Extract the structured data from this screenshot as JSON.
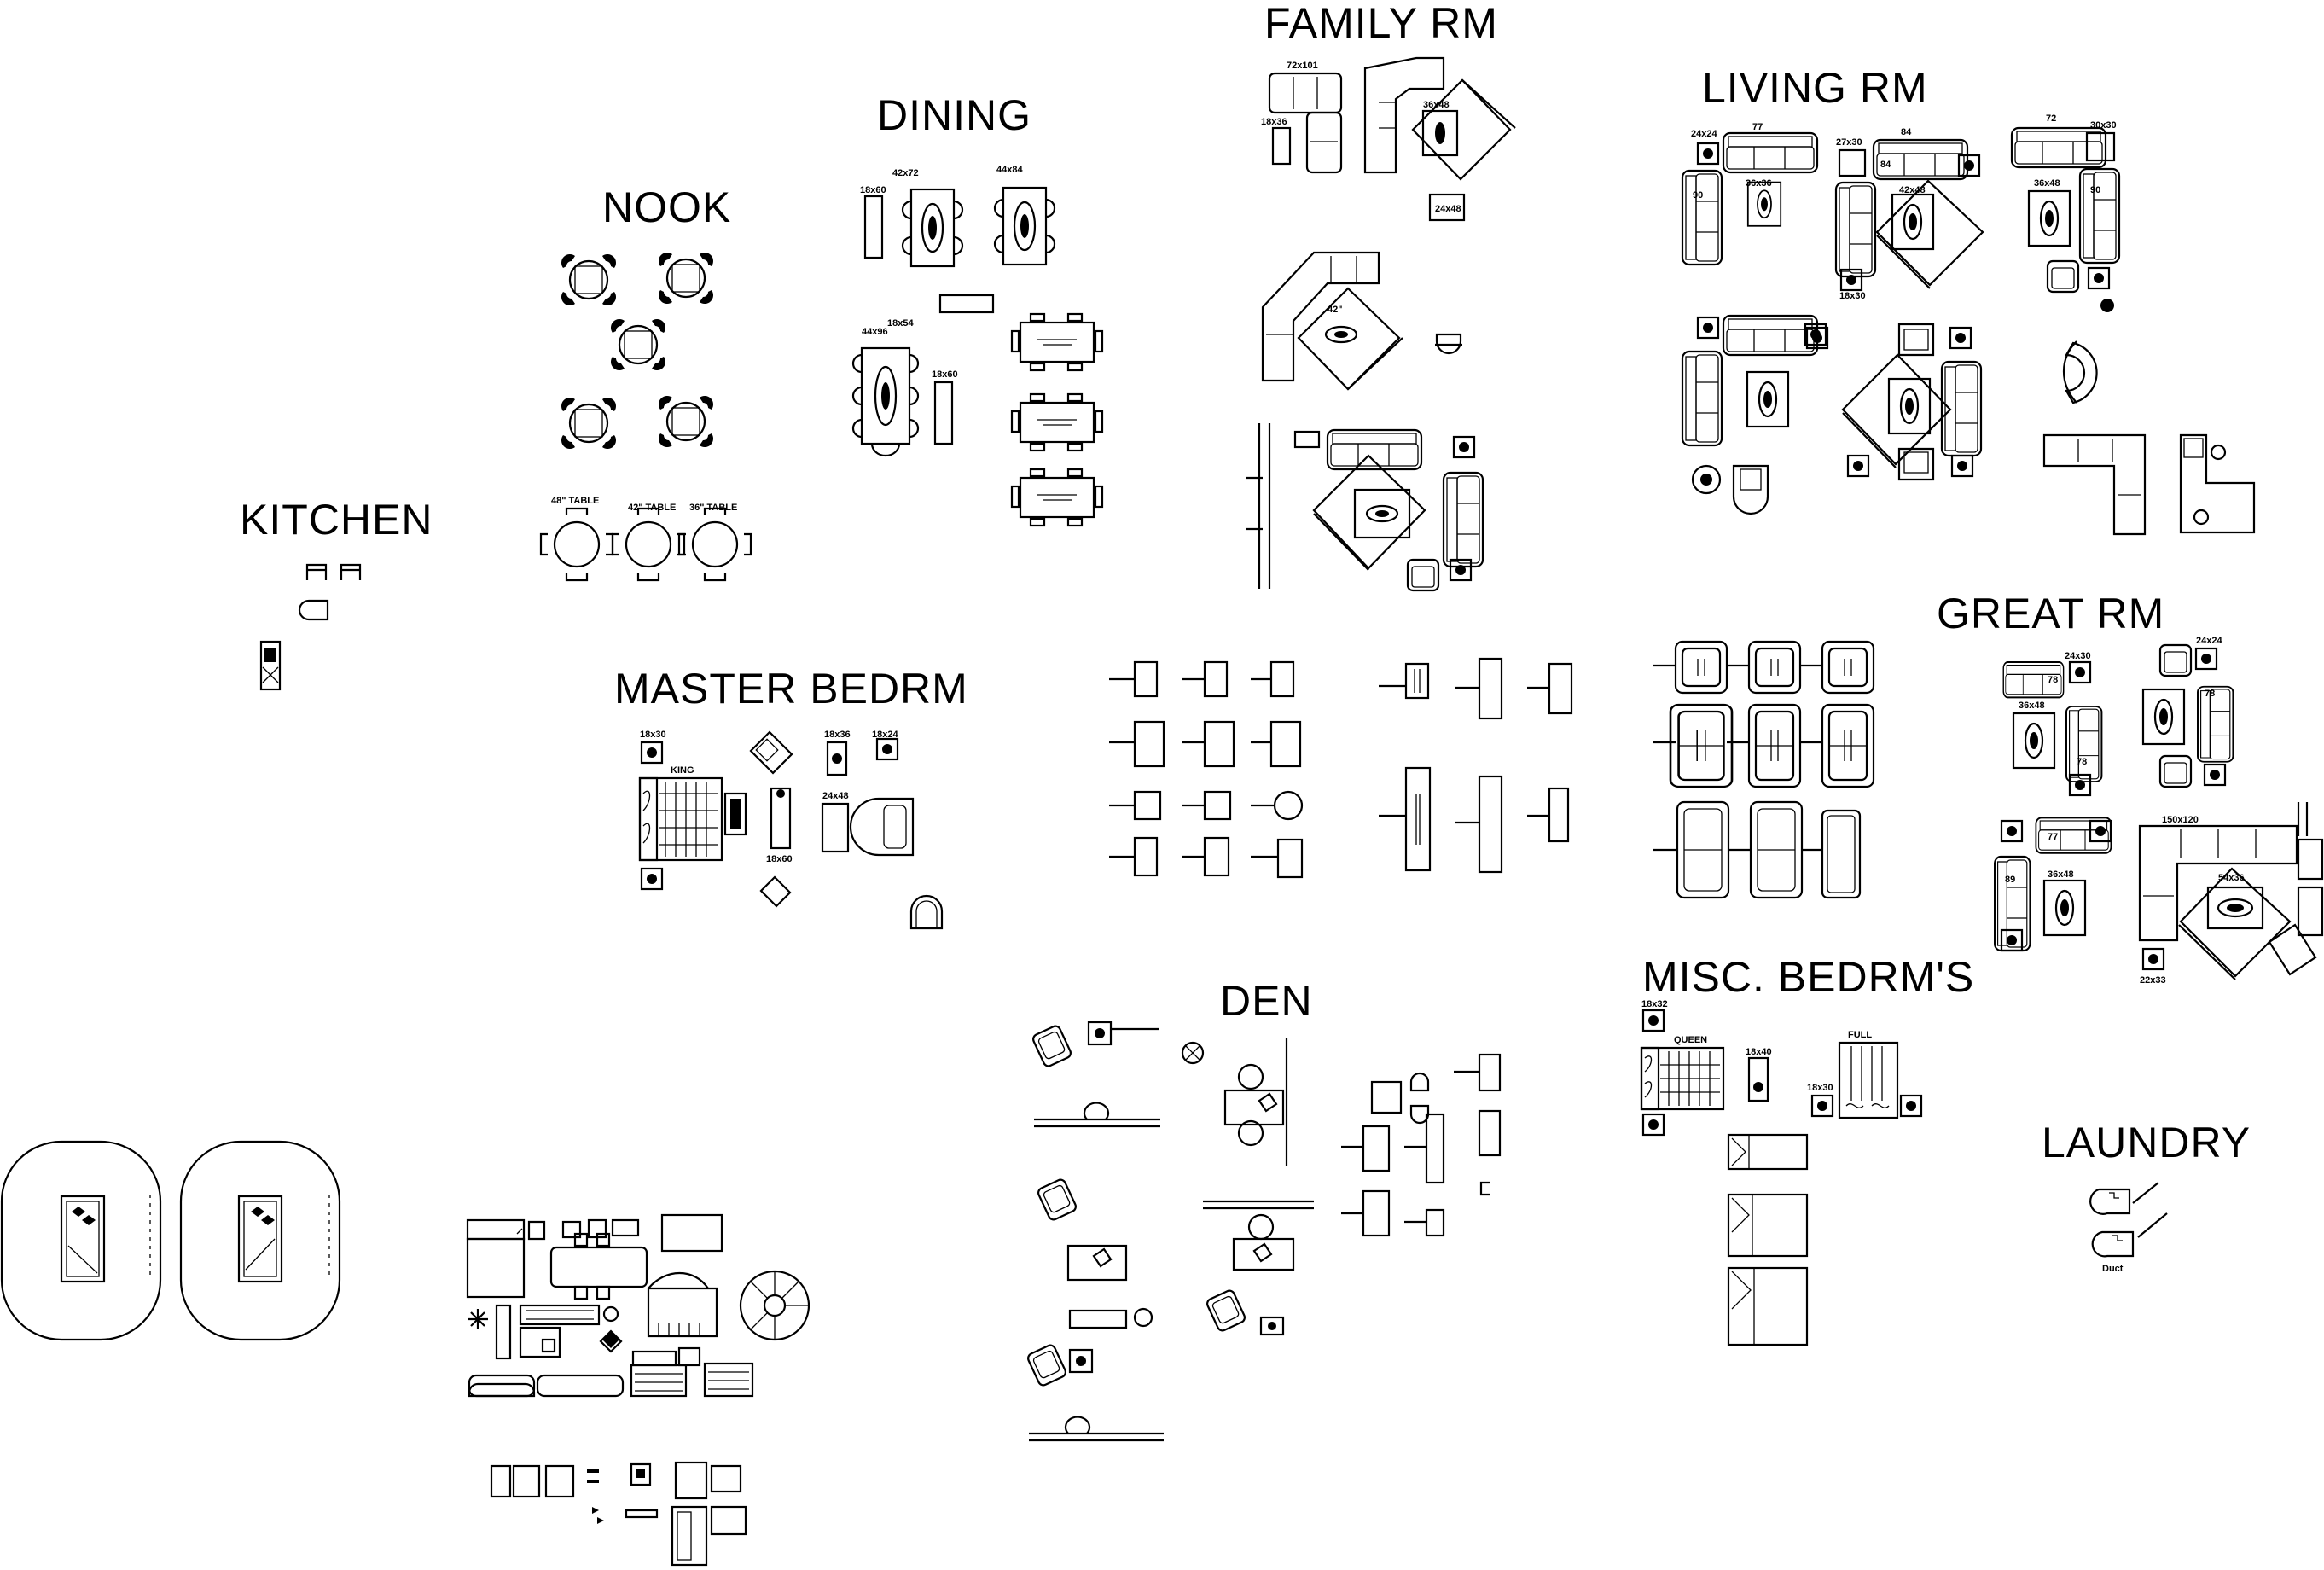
{
  "headings": {
    "family": "FAMILY RM",
    "living": "LIVING RM",
    "dining": "DINING",
    "nook": "NOOK",
    "kitchen": "KITCHEN",
    "master": "MASTER BEDRM",
    "great": "GREAT RM",
    "den": "DEN",
    "misc": "MISC. BEDRM'S",
    "laundry": "LAUNDRY"
  },
  "labels": {
    "fam_72x101": "72x101",
    "fam_18x36": "18x36",
    "fam_36x48": "36x48",
    "fam_24x48": "24x48",
    "fam_42": "42\"",
    "liv_24x24": "24x24",
    "liv_77": "77",
    "liv_27x30": "27x30",
    "liv_84": "84",
    "liv_72": "72",
    "liv_30x30": "30x30",
    "liv_90a": "90",
    "liv_36x36": "36x36",
    "liv_84b": "84",
    "liv_42x48": "42x48",
    "liv_36x48": "36x48",
    "liv_90b": "90",
    "liv_18x30": "18x30",
    "din_42x72": "42x72",
    "din_44x84": "44x84",
    "din_18x60a": "18x60",
    "din_18x54": "18x54",
    "din_44x96": "44x96",
    "din_18x60b": "18x60",
    "nook_48": "48\" TABLE",
    "nook_42": "42\" TABLE",
    "nook_36": "36\" TABLE",
    "mb_18x30": "18x30",
    "mb_king": "KING",
    "mb_18x36": "18x36",
    "mb_18x24": "18x24",
    "mb_24x48": "24x48",
    "mb_18x60": "18x60",
    "gr_24x30": "24x30",
    "gr_24x24": "24x24",
    "gr_78a": "78",
    "gr_78b": "78",
    "gr_36x48a": "36x48",
    "gr_78c": "78",
    "gr_77": "77",
    "gr_150x120": "150x120",
    "gr_89": "89",
    "gr_36x48b": "36x48",
    "gr_54x36": "54x36",
    "gr_22x33": "22x33",
    "misc_18x32": "18x32",
    "misc_queen": "QUEEN",
    "misc_18x40": "18x40",
    "misc_full": "FULL",
    "misc_18x30": "18x30",
    "laundry_duct": "Duct"
  },
  "colors": {
    "line": "#000000",
    "background": "#ffffff"
  }
}
